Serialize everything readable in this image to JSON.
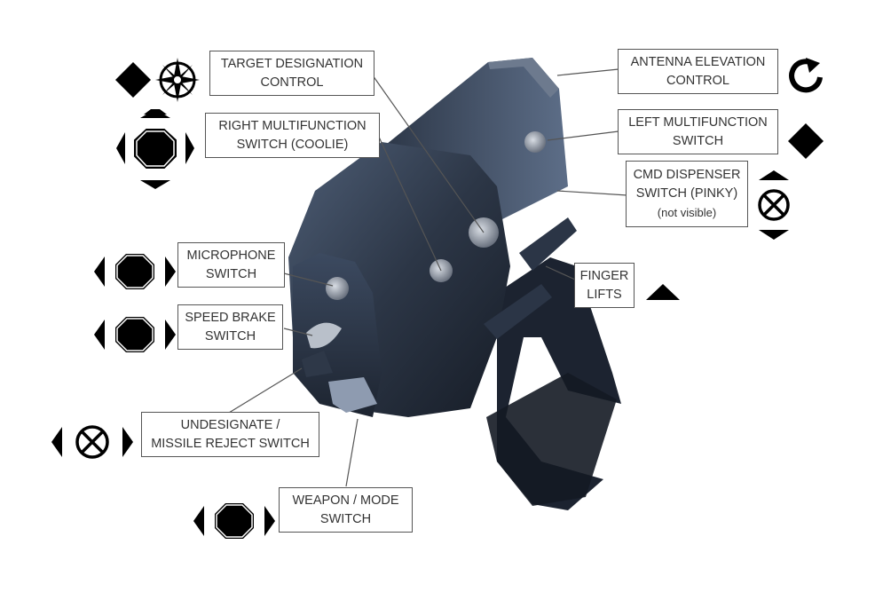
{
  "labels": {
    "target_designation": {
      "line1": "TARGET DESIGNATION",
      "line2": "CONTROL"
    },
    "antenna_elevation": {
      "line1": "ANTENNA ELEVATION",
      "line2": "CONTROL"
    },
    "right_multifunction": {
      "line1": "RIGHT MULTIFUNCTION",
      "line2": "SWITCH (COOLIE)"
    },
    "left_multifunction": {
      "line1": "LEFT MULTIFUNCTION",
      "line2": "SWITCH"
    },
    "cmd_dispenser": {
      "line1": "CMD DISPENSER",
      "line2": "SWITCH (PINKY)",
      "line3": "(not visible)"
    },
    "microphone": {
      "line1": "MICROPHONE",
      "line2": "SWITCH"
    },
    "finger_lifts": {
      "line1": "FINGER",
      "line2": "LIFTS"
    },
    "speed_brake": {
      "line1": "SPEED BRAKE",
      "line2": "SWITCH"
    },
    "undesignate": {
      "line1": "UNDESIGNATE /",
      "line2": "MISSILE REJECT SWITCH"
    },
    "weapon_mode": {
      "line1": "WEAPON / MODE",
      "line2": "SWITCH"
    }
  },
  "icons": {
    "target_designation": [
      "diamond-icon",
      "compass-slew-icon"
    ],
    "antenna_elevation": [
      "rotate-arrow-icon"
    ],
    "right_multifunction": [
      "four-way-octagon-icon"
    ],
    "left_multifunction": [
      "diamond-icon"
    ],
    "cmd_dispenser": [
      "up-down-cross-icon"
    ],
    "microphone": [
      "left-right-octagon-icon"
    ],
    "finger_lifts": [
      "up-arrow-icon"
    ],
    "speed_brake": [
      "left-right-octagon-icon"
    ],
    "undesignate": [
      "left-right-cross-icon"
    ],
    "weapon_mode": [
      "left-right-octagon-icon"
    ]
  },
  "colors": {
    "icon": "#000000",
    "leader_line": "#555555",
    "grip_body": "#2a3442",
    "grip_highlight": "#6b7d96"
  }
}
